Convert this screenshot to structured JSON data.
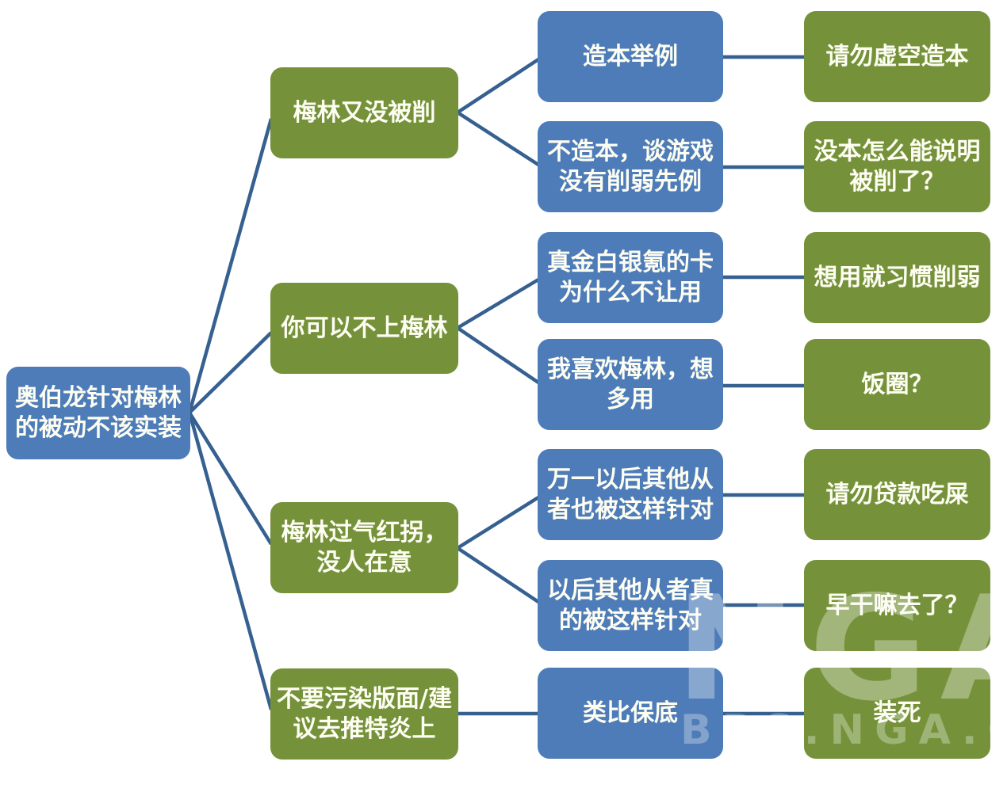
{
  "palette": {
    "claim_fill": "#4e7cb8",
    "rebuttal_fill": "#75923b",
    "connector": "#36608f",
    "text": "#fdfdf2"
  },
  "watermark": {
    "big": "NGA",
    "small": "BBS.NGA.CN"
  },
  "root": {
    "label": "奥伯龙针对梅林的被动不该实装"
  },
  "branches": [
    {
      "label": "梅林又没被削",
      "children": [
        {
          "label": "造本举例",
          "rebuttal": {
            "label": "请勿虚空造本"
          }
        },
        {
          "label": "不造本，谈游戏没有削弱先例",
          "rebuttal": {
            "label": "没本怎么能说明被削了？"
          }
        }
      ]
    },
    {
      "label": "你可以不上梅林",
      "children": [
        {
          "label": "真金白银氪的卡为什么不让用",
          "rebuttal": {
            "label": "想用就习惯削弱"
          }
        },
        {
          "label": "我喜欢梅林，想多用",
          "rebuttal": {
            "label": "饭圈？"
          }
        }
      ]
    },
    {
      "label": "梅林过气红拐，没人在意",
      "children": [
        {
          "label": "万一以后其他从者也被这样针对",
          "rebuttal": {
            "label": "请勿贷款吃屎"
          }
        },
        {
          "label": "以后其他从者真的被这样针对",
          "rebuttal": {
            "label": "早干嘛去了？"
          }
        }
      ]
    },
    {
      "label": "不要污染版面/建议去推特炎上",
      "children": [
        {
          "label": "类比保底",
          "rebuttal": {
            "label": "装死"
          }
        }
      ]
    }
  ]
}
